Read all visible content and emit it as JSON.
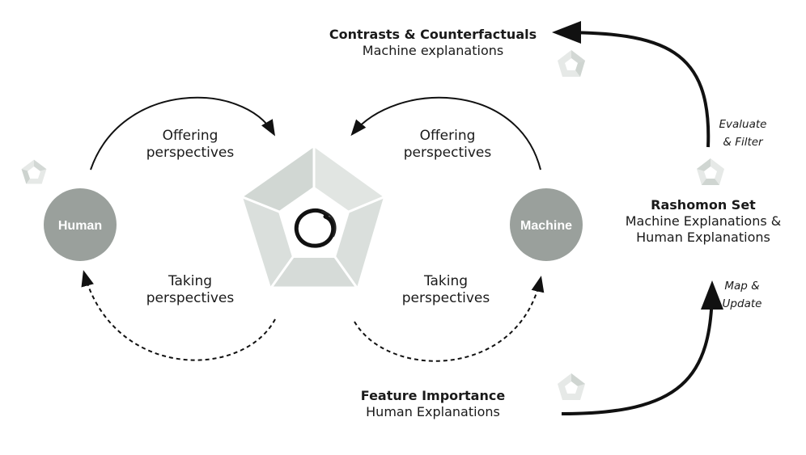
{
  "nodes": {
    "human": "Human",
    "machine": "Machine"
  },
  "cycle_left": {
    "offering": [
      "Offering",
      "perspectives"
    ],
    "taking": [
      "Taking",
      "perspectives"
    ]
  },
  "cycle_right": {
    "offering": [
      "Offering",
      "perspectives"
    ],
    "taking": [
      "Taking",
      "perspectives"
    ]
  },
  "contrasts": {
    "title": "Contrasts & Counterfactuals",
    "subtitle": "Machine explanations"
  },
  "rashomon": {
    "title": "Rashomon Set",
    "line1": "Machine Explanations &",
    "line2": "Human Explanations"
  },
  "feature_importance": {
    "title": "Feature Importance",
    "subtitle": "Human Explanations"
  },
  "arrow_labels": {
    "evaluate": [
      "Evaluate",
      "& Filter"
    ],
    "map": [
      "Map &",
      "Update"
    ]
  },
  "colors": {
    "node_fill": "#999f9b",
    "pentagon_light": "#dadfdc",
    "pentagon_mid": "#cfd5d1",
    "arrow": "#111111"
  },
  "icons": {
    "center": "enso-pentagon-icon",
    "small": "pentagon-icon"
  }
}
